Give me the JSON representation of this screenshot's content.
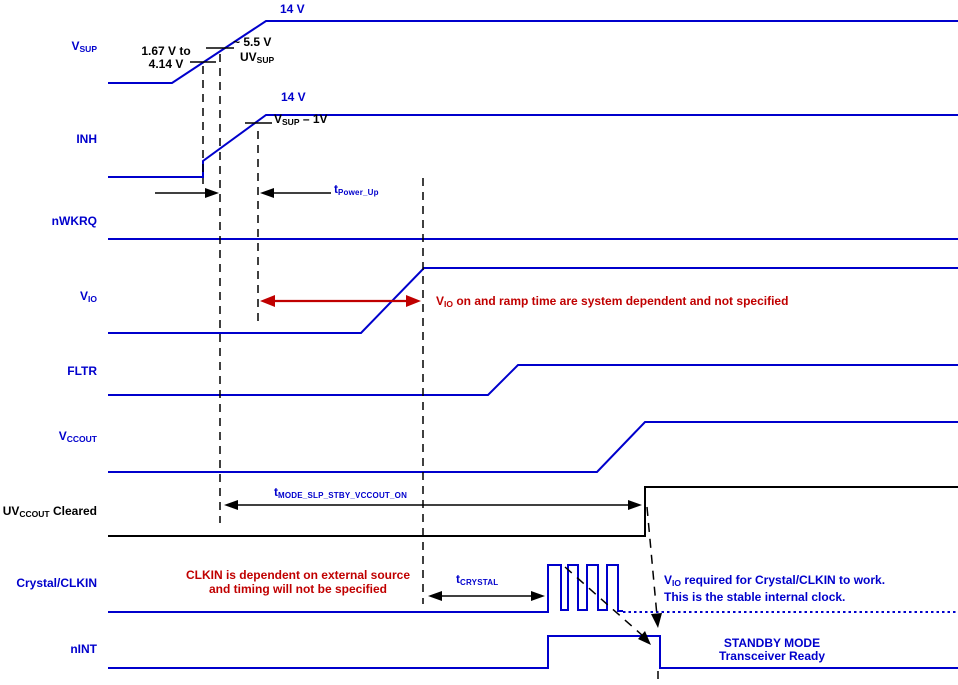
{
  "colors": {
    "blue": "#0000CC",
    "red": "#C00000",
    "black": "#000000"
  },
  "signals": [
    {
      "pre": "V",
      "sub": "SUP",
      "post": ""
    },
    {
      "pre": "INH",
      "sub": "",
      "post": ""
    },
    {
      "pre": "nWKRQ",
      "sub": "",
      "post": ""
    },
    {
      "pre": "V",
      "sub": "IO",
      "post": ""
    },
    {
      "pre": "FLTR",
      "sub": "",
      "post": ""
    },
    {
      "pre": "V",
      "sub": "CCOUT",
      "post": ""
    },
    {
      "pre": "UV",
      "sub": "CCOUT",
      "post": " Cleared"
    },
    {
      "pre": "Crystal/CLKIN",
      "sub": "",
      "post": ""
    },
    {
      "pre": "nINT",
      "sub": "",
      "post": ""
    }
  ],
  "annotations": {
    "vsup_14v": "14 V",
    "vsup_threshold_line1": "1.67 V to",
    "vsup_threshold_line2": "4.14 V",
    "uvsup_value": "~ 5.5 V",
    "uvsup_label": {
      "pre": "UV",
      "sub": "SUP",
      "post": ""
    },
    "inh_14v": "14 V",
    "inh_threshold": {
      "pre": "V",
      "sub": "SUP",
      "post": " – 1V"
    },
    "t_power_up": {
      "pre": "t",
      "sub": "Power_Up"
    },
    "vio_note": {
      "pre": "V",
      "sub": "IO",
      "post": " on and ramp time are system dependent and not specified"
    },
    "t_mode": {
      "pre": "t",
      "sub": "MODE_SLP_STBY_VCCOUT_ON"
    },
    "clkin_note_line1": "CLKIN is dependent on external source",
    "clkin_note_line2": "and timing will not be specified",
    "t_crystal": {
      "pre": "t",
      "sub": "CRYSTAL"
    },
    "clock_note_line1": {
      "pre": "V",
      "sub": "IO",
      "post": " required for Crystal/CLKIN to work."
    },
    "clock_note_line2": "This is the stable internal clock.",
    "standby_line1": "STANDBY MODE",
    "standby_line2": "Transceiver Ready"
  }
}
